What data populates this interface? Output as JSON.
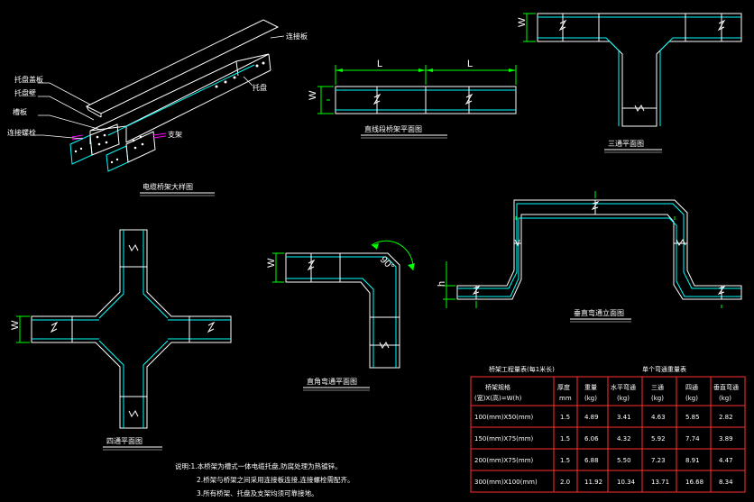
{
  "drawing": {
    "colors": {
      "background": "#000000",
      "outline": "#ffffff",
      "inner_line": "#00ffff",
      "dimension": "#00ff00",
      "text": "#ffffff",
      "annotation": "#ff00ff",
      "table_border": "#ff3030"
    },
    "titles": {
      "perspective": "电缆桥架大样图",
      "straight": "直线段桥架平面图",
      "tee": "三通平面图",
      "cross": "四通平面图",
      "elbow": "直角弯通平面图",
      "vertical": "垂直弯通立面图"
    },
    "perspective_labels": [
      "托盘盖板",
      "托盘壁",
      "槽板",
      "连接螺栓",
      "连接板",
      "托盘",
      "支架"
    ],
    "dims": {
      "length": "L",
      "width": "W",
      "height": "h",
      "angle": "90°"
    },
    "table": {
      "title_left": "桥架工程量表(每1米长)",
      "title_right": "单个弯通重量表",
      "headers": [
        "桥架规格",
        "厚度",
        "重量",
        "水平弯通",
        "三通",
        "四通",
        "垂直弯通"
      ],
      "header_units": [
        "(宽)X(高)=W(h)",
        "mm",
        "(kg)",
        "(kg)",
        "(kg)",
        "(kg)",
        "(kg)"
      ],
      "rows": [
        [
          "100(mm)X50(mm)",
          "1.5",
          "4.89",
          "3.41",
          "4.63",
          "5.85",
          "2.82"
        ],
        [
          "150(mm)X75(mm)",
          "1.5",
          "6.06",
          "4.32",
          "5.92",
          "7.74",
          "3.89"
        ],
        [
          "200(mm)X75(mm)",
          "1.5",
          "6.88",
          "5.50",
          "7.23",
          "8.91",
          "4.47"
        ],
        [
          "300(mm)X100(mm)",
          "2.0",
          "11.92",
          "10.34",
          "13.71",
          "16.68",
          "8.34"
        ]
      ]
    },
    "notes": [
      "说明:1.本桥架为槽式一体电缆托盘,防腐处理为热镀锌。",
      "2.桥架与桥架之间采用连接板连接,连接螺栓需配齐。",
      "3.所有桥架、托盘及支架均须可靠接地。"
    ]
  }
}
